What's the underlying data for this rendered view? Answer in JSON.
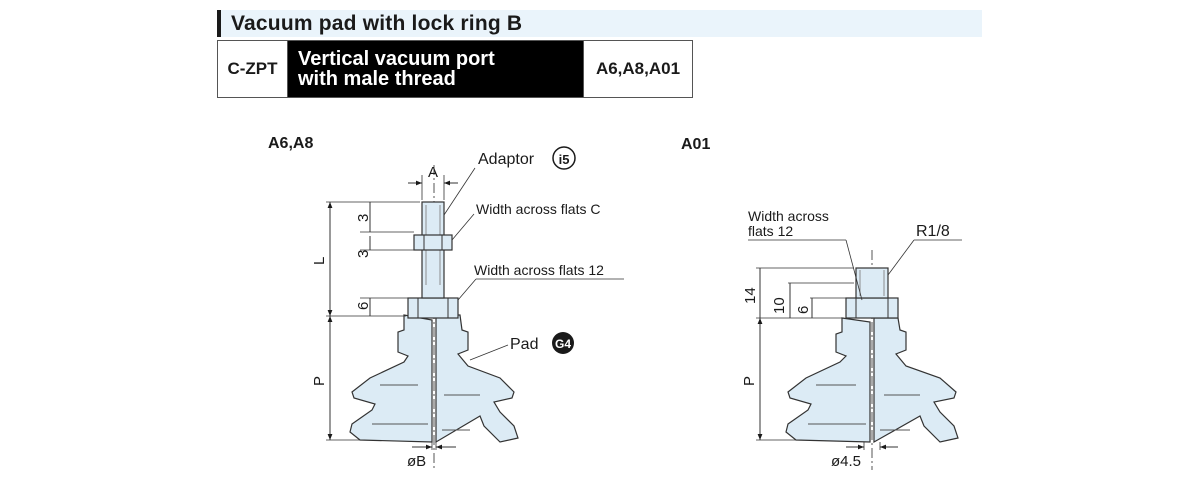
{
  "header": {
    "title": "Vacuum pad with lock ring B",
    "code": "C-ZPT",
    "description_line1": "Vertical vacuum port",
    "description_line2": "with male thread",
    "options": "A6,A8,A01"
  },
  "left_drawing": {
    "heading": "A6,A8",
    "dim_a": "A",
    "adaptor_label": "Adaptor",
    "adaptor_badge": "i5",
    "width_flats_c": "Width across flats C",
    "width_flats_12": "Width across flats 12",
    "pad_label": "Pad",
    "pad_badge": "G4",
    "dim_l": "L",
    "dim_3a": "3",
    "dim_3b": "3",
    "dim_6": "6",
    "dim_p": "P",
    "dim_b": "øB"
  },
  "right_drawing": {
    "heading": "A01",
    "width_flats_line1": "Width across",
    "width_flats_line2": "flats 12",
    "thread": "R1/8",
    "dim_14": "14",
    "dim_10": "10",
    "dim_6": "6",
    "dim_p": "P",
    "dim_dia": "ø4.5"
  },
  "colors": {
    "pad_fill": "#dcebf5",
    "title_bg": "#eaf4fb",
    "line": "#1a1a1a"
  }
}
